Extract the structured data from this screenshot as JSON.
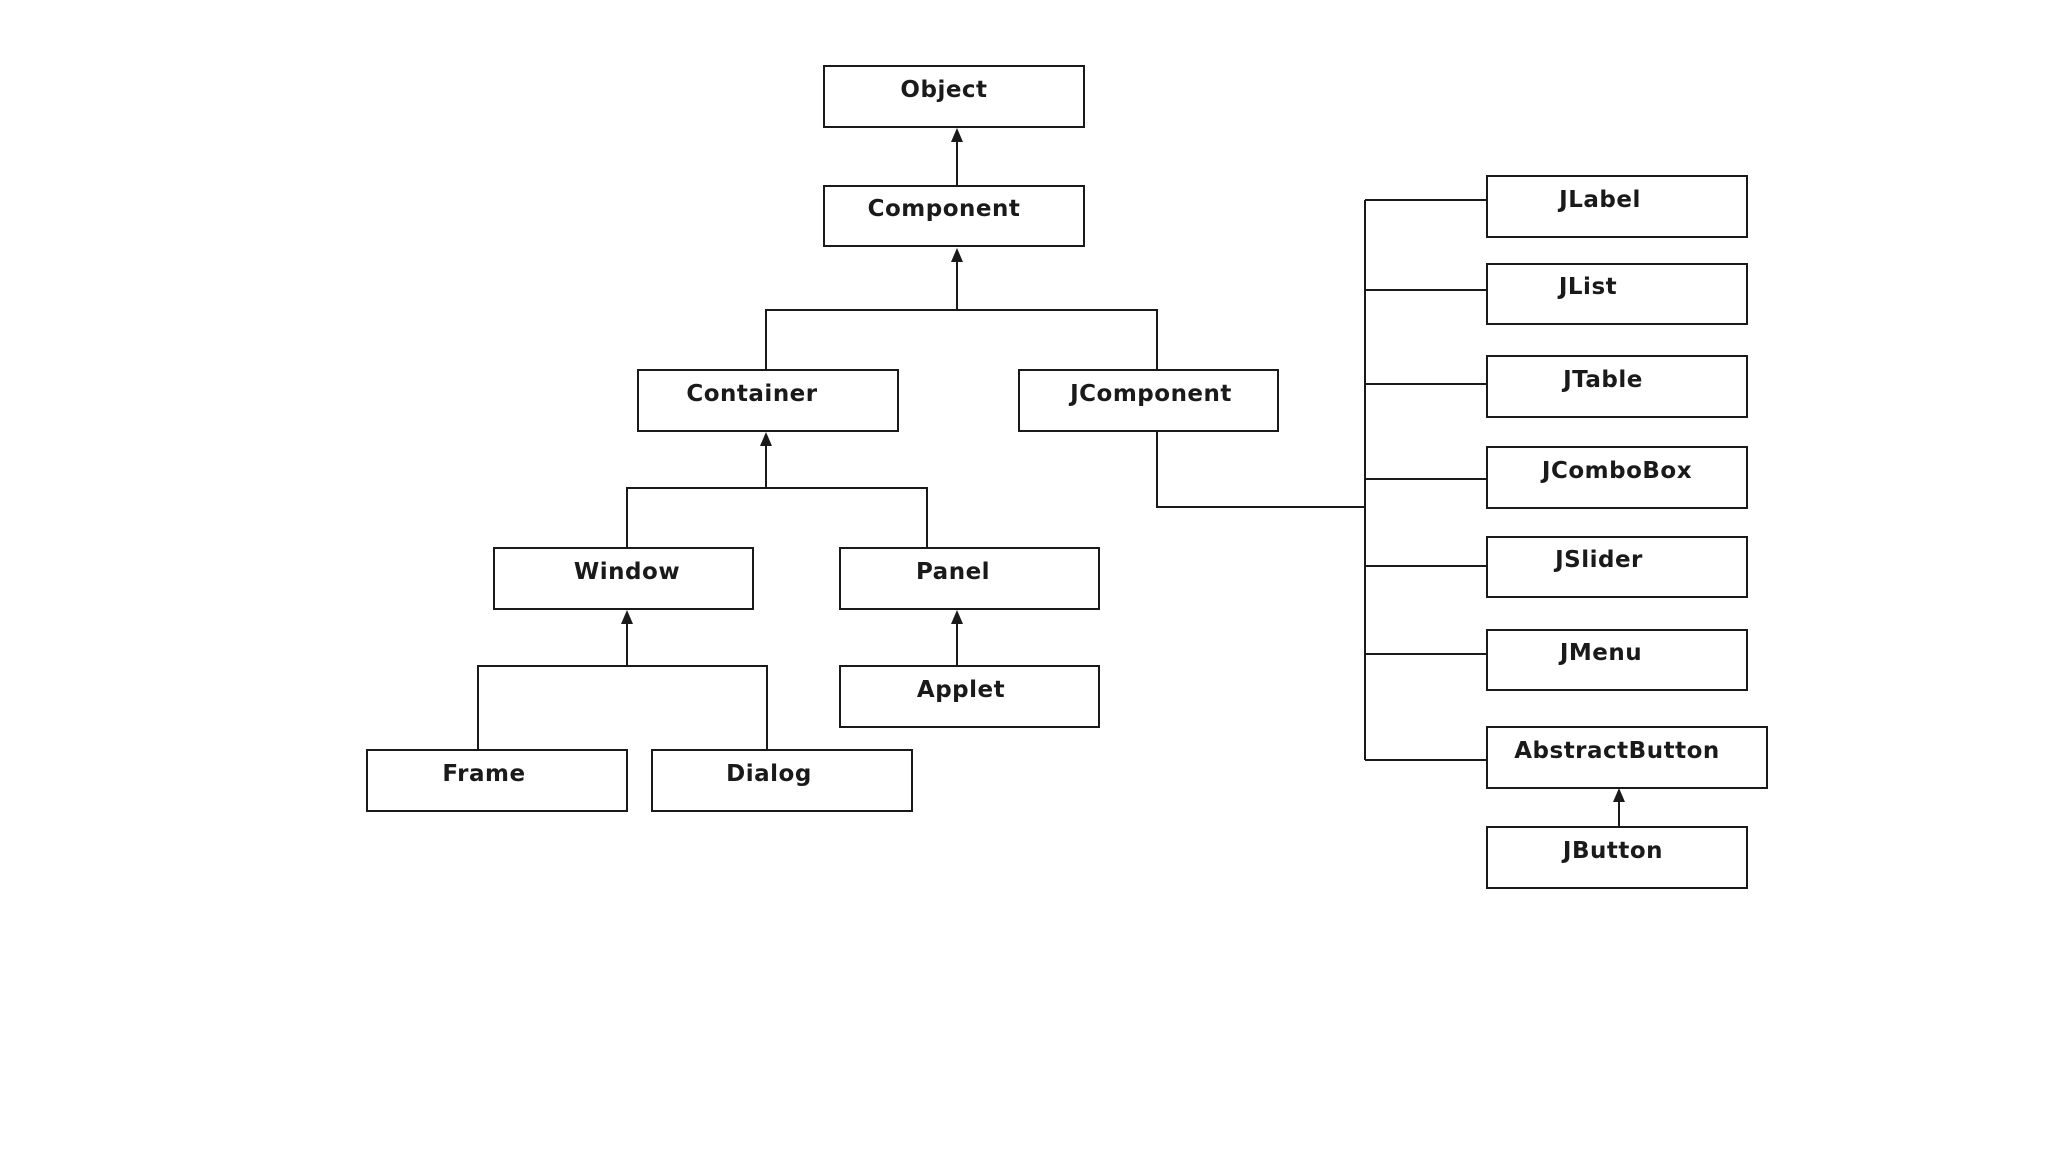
{
  "classes": {
    "object": "Object",
    "component": "Component",
    "container": "Container",
    "jcomponent": "JComponent",
    "window": "Window",
    "panel": "Panel",
    "applet": "Applet",
    "frame": "Frame",
    "dialog": "Dialog",
    "jlabel": "JLabel",
    "jlist": "JList",
    "jtable": "JTable",
    "jcombobox": "JComboBox",
    "jslider": "JSlider",
    "jmenu": "JMenu",
    "abstractbutton": "AbstractButton",
    "jbutton": "JButton"
  },
  "inheritance": [
    {
      "child": "Component",
      "parent": "Object"
    },
    {
      "child": "Container",
      "parent": "Component"
    },
    {
      "child": "JComponent",
      "parent": "Component"
    },
    {
      "child": "Window",
      "parent": "Container"
    },
    {
      "child": "Panel",
      "parent": "Container"
    },
    {
      "child": "Applet",
      "parent": "Panel"
    },
    {
      "child": "Frame",
      "parent": "Window"
    },
    {
      "child": "Dialog",
      "parent": "Window"
    },
    {
      "child": "JLabel",
      "parent": "JComponent"
    },
    {
      "child": "JList",
      "parent": "JComponent"
    },
    {
      "child": "JTable",
      "parent": "JComponent"
    },
    {
      "child": "JComboBox",
      "parent": "JComponent"
    },
    {
      "child": "JSlider",
      "parent": "JComponent"
    },
    {
      "child": "JMenu",
      "parent": "JComponent"
    },
    {
      "child": "AbstractButton",
      "parent": "JComponent"
    },
    {
      "child": "JButton",
      "parent": "AbstractButton"
    }
  ]
}
